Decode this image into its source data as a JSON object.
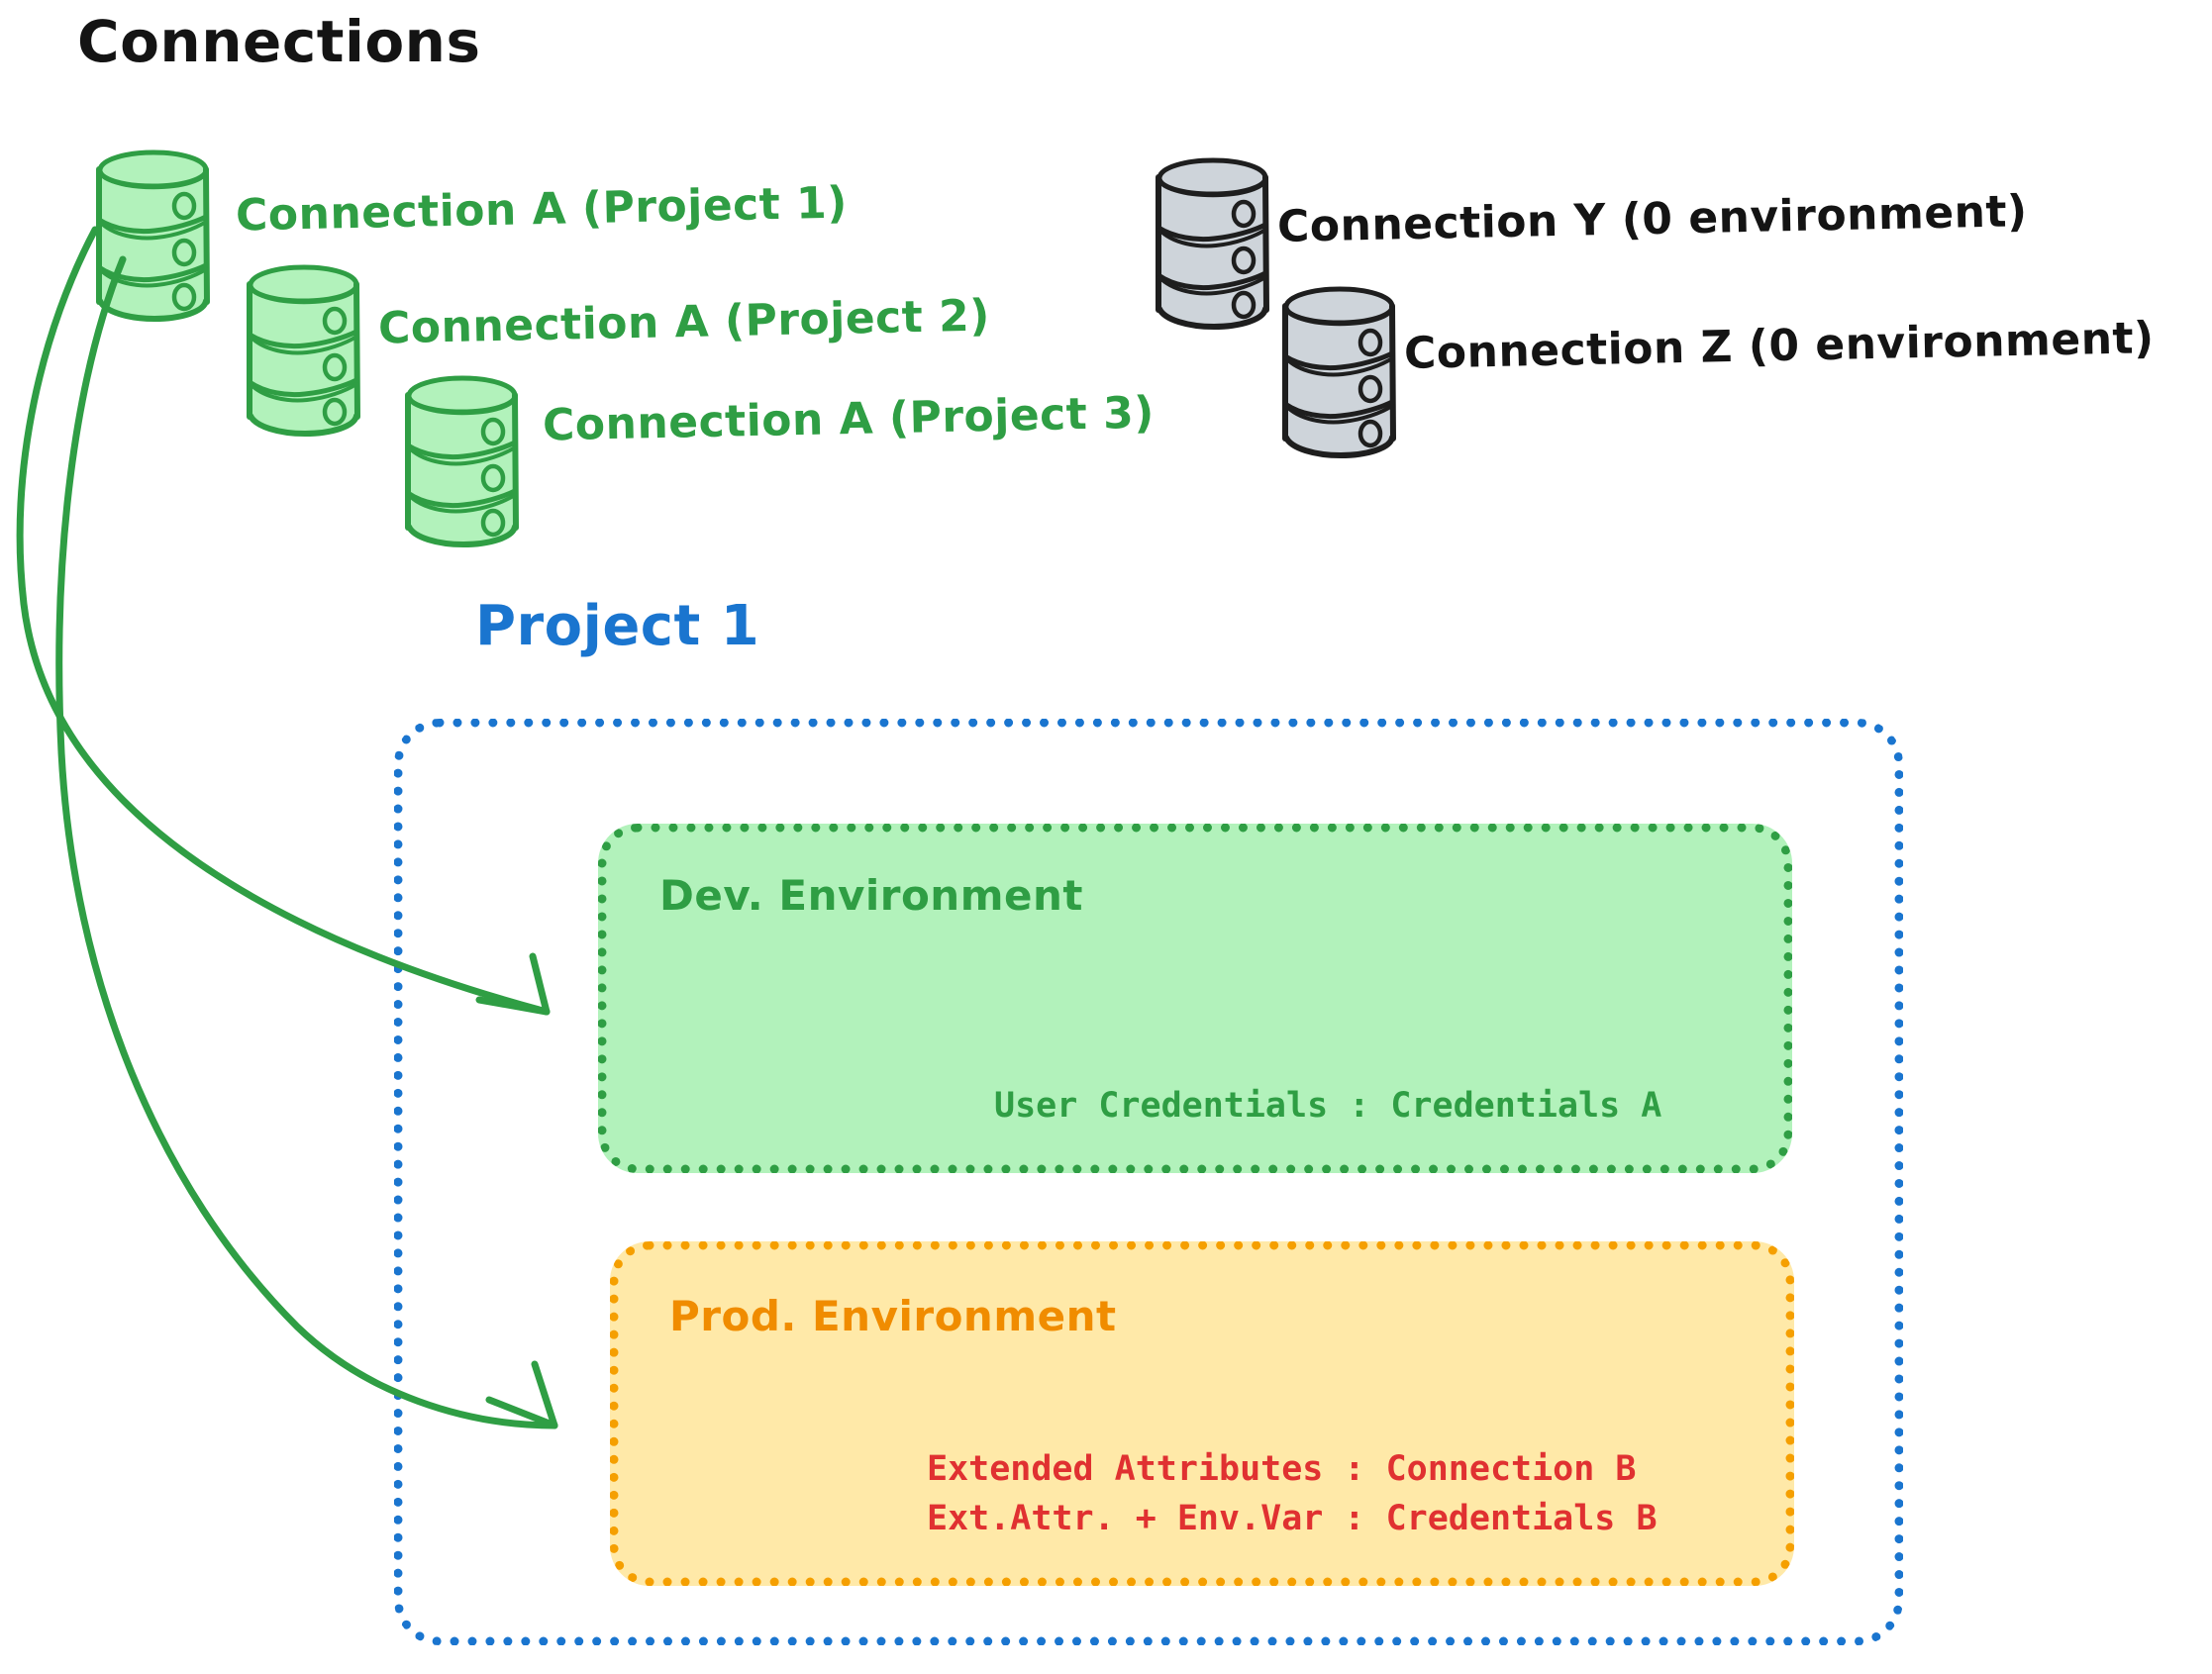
{
  "page": {
    "title": "Connections",
    "background": "#ffffff"
  },
  "colors": {
    "green_stroke": "#2f9e44",
    "green_fill": "#b2f2bb",
    "gray_stroke": "#1e1e1e",
    "gray_fill": "#ced4da",
    "blue": "#1a75cf",
    "orange_stroke": "#f59f00",
    "orange_text": "#f08c00",
    "orange_fill": "#ffe9a8",
    "red": "#e03131",
    "black": "#141414"
  },
  "connections_group": {
    "heading": "Connections",
    "items": [
      {
        "label": "Connection A (Project 1)",
        "icon": "database-icon",
        "style": "green",
        "linked": true
      },
      {
        "label": "Connection A (Project 2)",
        "icon": "database-icon",
        "style": "green",
        "linked": true
      },
      {
        "label": "Connection A (Project 3)",
        "icon": "database-icon",
        "style": "green",
        "linked": true
      },
      {
        "label": "Connection Y (0 environment)",
        "icon": "database-icon",
        "style": "gray",
        "linked": false
      },
      {
        "label": "Connection Z (0 environment)",
        "icon": "database-icon",
        "style": "gray",
        "linked": false
      }
    ]
  },
  "project": {
    "title": "Project 1",
    "environments": [
      {
        "name": "Dev. Environment",
        "style": "green",
        "rows": [
          "User Credentials : Credentials A"
        ]
      },
      {
        "name": "Prod. Environment",
        "style": "orange",
        "rows": [
          "Extended Attributes : Connection B",
          "Ext.Attr. + Env.Var : Credentials B"
        ]
      }
    ]
  },
  "arrows": [
    {
      "name": "arrow-connection-to-dev",
      "from": "connection-a-project-1",
      "to": "dev-environment"
    },
    {
      "name": "arrow-connection-to-prod",
      "from": "connection-a-project-1",
      "to": "prod-environment"
    }
  ]
}
